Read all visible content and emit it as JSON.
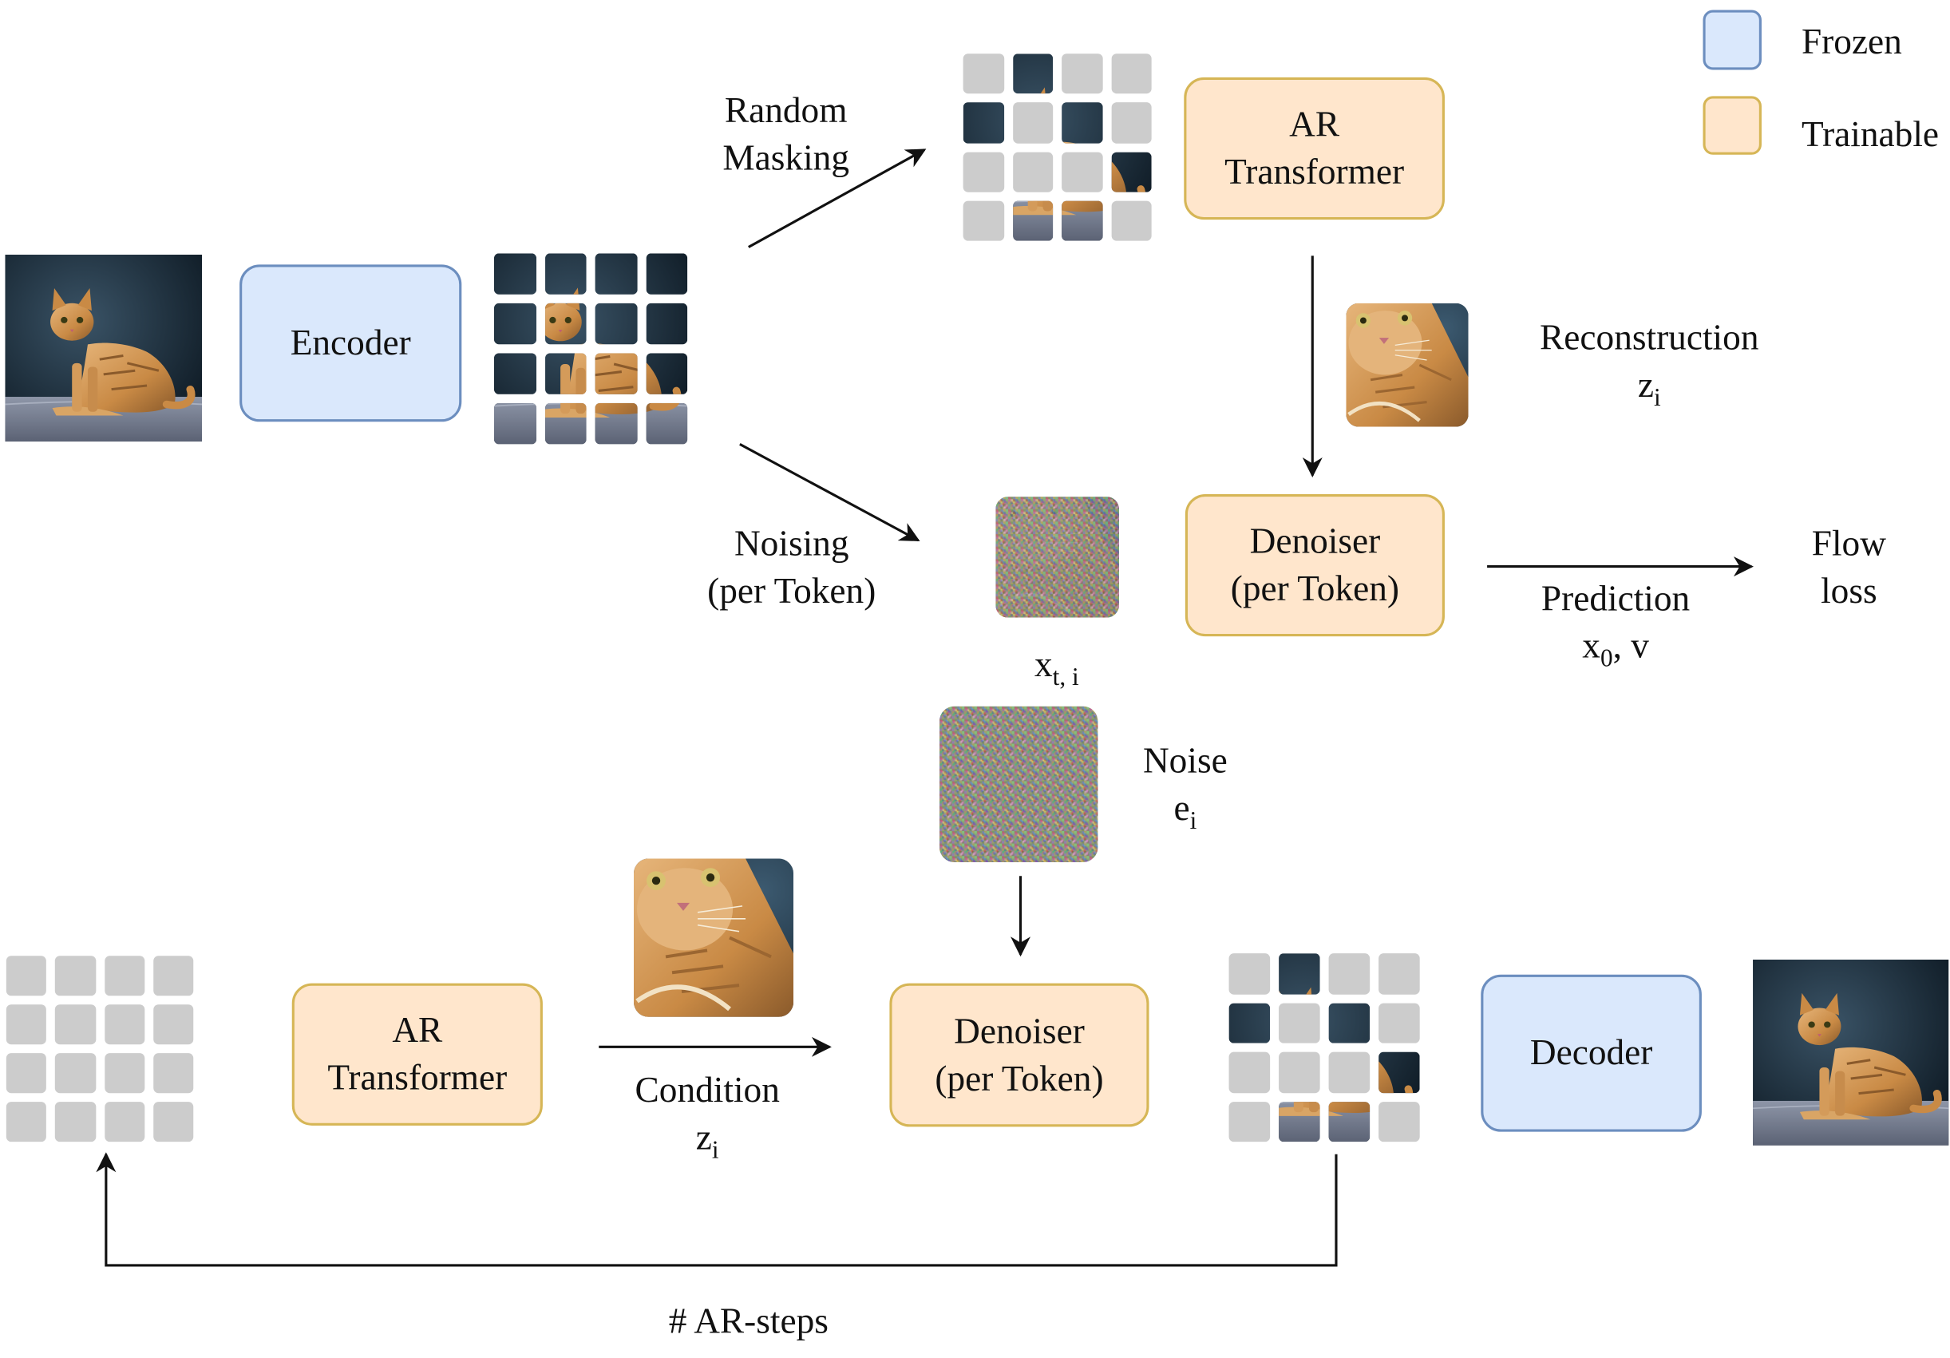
{
  "legend": {
    "frozen_label": "Frozen",
    "trainable_label": "Trainable",
    "frozen_fill": "#dae8fc",
    "frozen_stroke": "#6c8ebf",
    "trainable_fill": "#ffe6cc",
    "trainable_stroke": "#d6b656"
  },
  "training": {
    "encoder_label": "Encoder",
    "random_masking_line1": "Random",
    "random_masking_line2": "Masking",
    "ar_transformer_line1": "AR",
    "ar_transformer_line2": "Transformer",
    "reconstruction_label": "Reconstruction",
    "reconstruction_var": "z",
    "reconstruction_sub": "i",
    "noising_line1": "Noising",
    "noising_line2": "(per Token)",
    "noisy_token_var": "x",
    "noisy_token_sub": "t, i",
    "denoiser_line1": "Denoiser",
    "denoiser_line2": "(per Token)",
    "prediction_label": "Prediction",
    "prediction_var": "x",
    "prediction_sub": "0",
    "prediction_tail": ", v",
    "flow_loss_line1": "Flow",
    "flow_loss_line2": "loss"
  },
  "inference": {
    "noise_label": "Noise",
    "noise_var": "e",
    "noise_sub": "i",
    "ar_transformer_line1": "AR",
    "ar_transformer_line2": "Transformer",
    "condition_label": "Condition",
    "condition_var": "z",
    "condition_sub": "i",
    "denoiser_line1": "Denoiser",
    "denoiser_line2": "(per Token)",
    "decoder_label": "Decoder",
    "ar_steps_label": "# AR-steps"
  },
  "token_masks": {
    "encoded_grid": [
      1,
      1,
      1,
      1,
      1,
      1,
      1,
      1,
      1,
      1,
      1,
      1,
      1,
      1,
      1,
      1
    ],
    "masked_grid": [
      0,
      1,
      0,
      0,
      1,
      0,
      1,
      0,
      0,
      0,
      0,
      1,
      0,
      1,
      1,
      0
    ],
    "empty_grid": [
      0,
      0,
      0,
      0,
      0,
      0,
      0,
      0,
      0,
      0,
      0,
      0,
      0,
      0,
      0,
      0
    ],
    "output_grid": [
      0,
      1,
      0,
      0,
      1,
      0,
      1,
      0,
      0,
      0,
      0,
      1,
      0,
      1,
      1,
      0
    ]
  }
}
